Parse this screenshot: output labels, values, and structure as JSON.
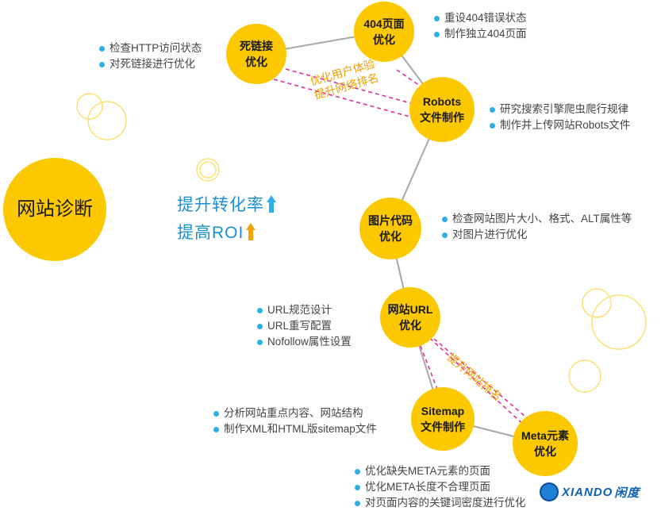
{
  "colors": {
    "node": "#fcc800",
    "bullet": "#2ab0e6",
    "kpi": "#1a8fd2",
    "arrow_up_orange": "#f5a300",
    "dashed": "#e0309a",
    "line": "#a8a8a8",
    "accent_text": "#f0a000"
  },
  "center": {
    "label": "网站诊断"
  },
  "kpi": {
    "line1": "提升转化率",
    "line2": "提高ROI"
  },
  "nodes": {
    "deadlink": {
      "line1": "死链接",
      "line2": "优化",
      "notes": [
        "检查HTTP访问状态",
        "对死链接进行优化"
      ]
    },
    "page404": {
      "line1": "404页面",
      "line2": "优化",
      "notes": [
        "重设404错误状态",
        "制作独立404页面"
      ]
    },
    "robots": {
      "line1": "Robots",
      "line2": "文件制作",
      "notes": [
        "研究搜索引擎爬虫爬行规律",
        "制作并上传网站Robots文件"
      ]
    },
    "image": {
      "line1": "图片代码",
      "line2": "优化",
      "notes": [
        "检查网站图片大小、格式、ALT属性等",
        "对图片进行优化"
      ]
    },
    "url": {
      "line1": "网站URL",
      "line2": "优化",
      "notes": [
        "URL规范设计",
        "URL重写配置",
        "Nofollow属性设置"
      ]
    },
    "sitemap": {
      "line1": "Sitemap",
      "line2": "文件制作",
      "notes": [
        "分析网站重点内容、网站结构",
        "制作XML和HTML版sitemap文件"
      ]
    },
    "meta": {
      "line1": "Meta元素",
      "line2": "优化",
      "notes": [
        "优化缺失META元素的页面",
        "优化META长度不合理页面",
        "对页面内容的关键词密度进行优化"
      ]
    }
  },
  "labels": {
    "ux": {
      "line1": "优化用户体验",
      "line2": "提升网络排名"
    },
    "rank": "提升网站排名"
  },
  "logo": {
    "text": "XIANDO",
    "suffix": "闲度"
  }
}
